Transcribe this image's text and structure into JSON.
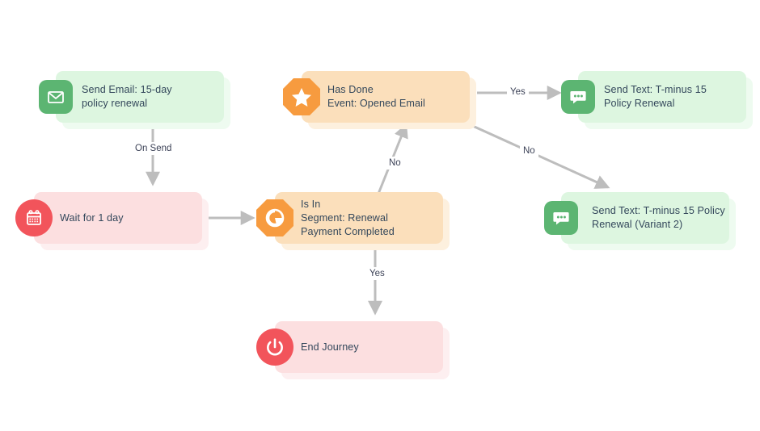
{
  "diagram": {
    "type": "journey-workflow",
    "canvas_background": "#ffffff",
    "colors": {
      "green_card": "#ddf6e0",
      "green_icon": "#5cb572",
      "red_card": "#fcdfe0",
      "red_icon": "#f2545b",
      "orange_card": "#fbdfbb",
      "orange_icon": "#f79b3f",
      "edge": "#bdbdbd",
      "text": "#33475b"
    },
    "nodes": [
      {
        "id": "send-email",
        "label": "Send Email: 15-day\npolicy renewal",
        "icon": "envelope-icon",
        "theme": "green",
        "icon_shape": "rounded-square"
      },
      {
        "id": "wait-1-day",
        "label": "Wait for 1 day",
        "icon": "calendar-icon",
        "theme": "red",
        "icon_shape": "circle"
      },
      {
        "id": "is-in-segment",
        "label": "Is In\nSegment: Renewal\nPayment Completed",
        "icon": "segment-donut-icon",
        "theme": "orange",
        "icon_shape": "octagon"
      },
      {
        "id": "has-done",
        "label": "Has Done\nEvent: Opened Email",
        "icon": "star-icon",
        "theme": "orange",
        "icon_shape": "octagon"
      },
      {
        "id": "send-text-1",
        "label": "Send Text: T-minus 15\nPolicy Renewal",
        "icon": "message-bubble-icon",
        "theme": "green",
        "icon_shape": "rounded-square"
      },
      {
        "id": "send-text-2",
        "label": "Send Text: T-minus 15 Policy\nRenewal (Variant 2)",
        "icon": "message-bubble-icon",
        "theme": "green",
        "icon_shape": "rounded-square"
      },
      {
        "id": "end-journey",
        "label": "End Journey",
        "icon": "power-icon",
        "theme": "red",
        "icon_shape": "circle"
      }
    ],
    "edges": [
      {
        "id": "e1",
        "from": "send-email",
        "to": "wait-1-day",
        "label": "On Send"
      },
      {
        "id": "e2",
        "from": "wait-1-day",
        "to": "is-in-segment",
        "label": ""
      },
      {
        "id": "e3",
        "from": "is-in-segment",
        "to": "has-done",
        "label": "No"
      },
      {
        "id": "e4",
        "from": "is-in-segment",
        "to": "end-journey",
        "label": "Yes"
      },
      {
        "id": "e5",
        "from": "has-done",
        "to": "send-text-1",
        "label": "Yes"
      },
      {
        "id": "e6",
        "from": "has-done",
        "to": "send-text-2",
        "label": "No"
      }
    ]
  }
}
